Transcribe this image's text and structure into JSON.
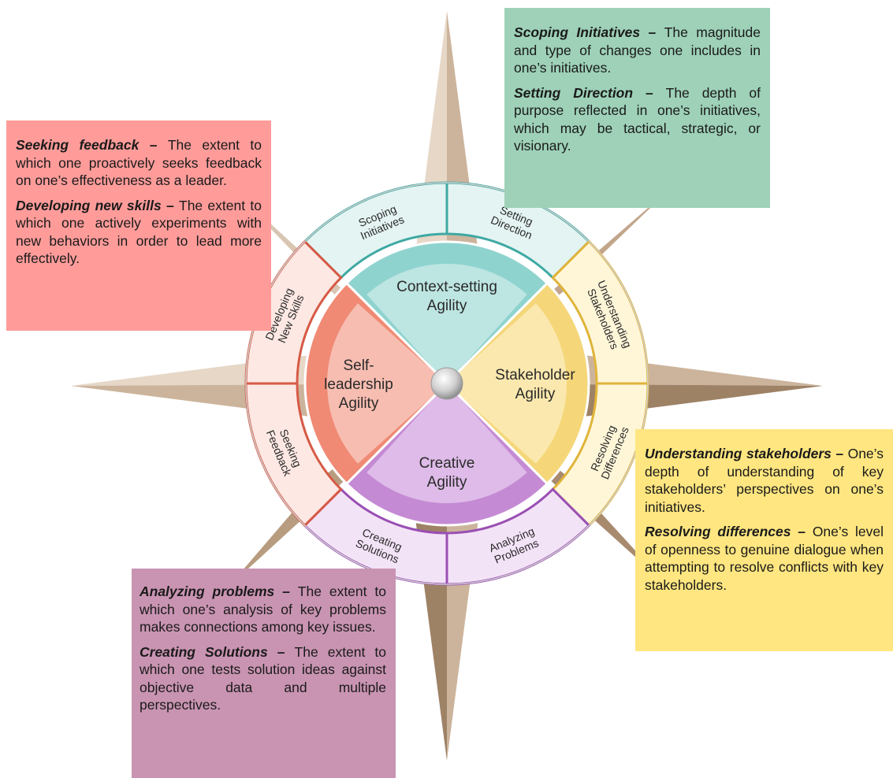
{
  "wheel": {
    "quadrants": [
      {
        "id": "context",
        "lines": [
          "Context-setting",
          "Agility"
        ],
        "color": "#8fd3cf",
        "segments": [
          {
            "lines": [
              "Scoping",
              "Initiatives"
            ]
          },
          {
            "lines": [
              "Setting",
              "Direction"
            ]
          }
        ]
      },
      {
        "id": "stakeholder",
        "lines": [
          "Stakeholder",
          "Agility"
        ],
        "color": "#f5d77a",
        "segments": [
          {
            "lines": [
              "Understanding",
              "Stakeholders"
            ]
          },
          {
            "lines": [
              "Resolving",
              "Differences"
            ]
          }
        ]
      },
      {
        "id": "creative",
        "lines": [
          "Creative",
          "Agility"
        ],
        "color": "#c58ad4",
        "segments": [
          {
            "lines": [
              "Analyzing",
              "Problems"
            ]
          },
          {
            "lines": [
              "Creating",
              "Solutions"
            ]
          }
        ]
      },
      {
        "id": "self",
        "lines": [
          "Self-",
          "leadership",
          "Agility"
        ],
        "color": "#f08a74",
        "segments": [
          {
            "lines": [
              "Seeking",
              "Feedback"
            ]
          },
          {
            "lines": [
              "Developing",
              "New Skills"
            ]
          }
        ]
      }
    ]
  },
  "boxes": {
    "red": [
      {
        "term": "Seeking feedback",
        "dash": " – ",
        "text": "The extent to which one proactively seeks feedback on one’s effectiveness as a leader."
      },
      {
        "term": "Developing new skills",
        "dash": " – ",
        "text": "The extent to which one actively experiments with new behaviors in order to lead more effectively."
      }
    ],
    "green": [
      {
        "term": "Scoping Initiatives",
        "dash": " – ",
        "text": "The magnitude and type of changes one includes in one’s initiatives."
      },
      {
        "term": "Setting Direction",
        "dash": " – ",
        "text": "The depth of purpose reflected in one’s initiatives, which may be tactical, strategic, or visionary."
      }
    ],
    "yellow": [
      {
        "term": "Understanding stakeholders",
        "dash": " – ",
        "text": "One’s depth of understanding of key stakeholders’ perspectives on one’s initiatives."
      },
      {
        "term": "Resolving differences",
        "dash": " – ",
        "text": "One’s level of openness to genuine dialogue when attempting to resolve conflicts with key stakeholders."
      }
    ],
    "purple": [
      {
        "term": "Analyzing problems",
        "dash": " – ",
        "text": "The extent to which one’s analysis of key problems makes connections among key issues."
      },
      {
        "term": "Creating Solutions",
        "dash": " – ",
        "text": "The extent to which one tests solution ideas against objective data and multiple perspectives."
      }
    ]
  }
}
